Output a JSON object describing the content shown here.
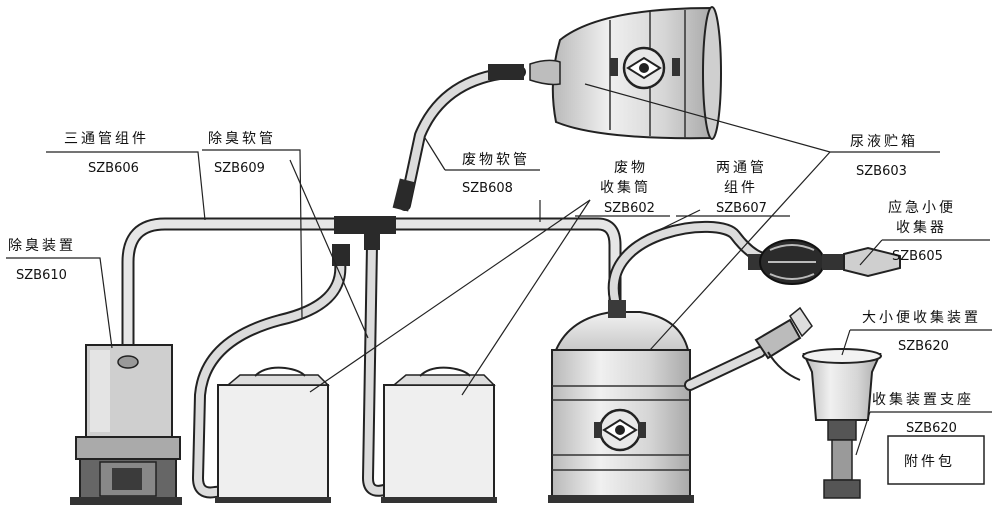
{
  "labels": {
    "tee": {
      "name": "三通管组件",
      "code": "SZB606"
    },
    "deodor_hose": {
      "name": "除臭软管",
      "code": "SZB609"
    },
    "waste_hose": {
      "name": "废物软管",
      "code": "SZB608"
    },
    "waste_can": {
      "name_line1": "废物",
      "name_line2": "收集筒",
      "code": "SZB602"
    },
    "two_way": {
      "name_line1": "两通管",
      "name_line2": "组件",
      "code": "SZB607"
    },
    "urine_tank": {
      "name": "尿液贮箱",
      "code": "SZB603"
    },
    "deodor_unit": {
      "name": "除臭装置",
      "code": "SZB610"
    },
    "emergency": {
      "name_line1": "应急小便",
      "name_line2": "收集器",
      "code": "SZB605"
    },
    "collector": {
      "name": "大小便收集装置",
      "code": "SZB620"
    },
    "stand": {
      "name": "收集装置支座",
      "code": "SZB620"
    },
    "accessory": {
      "name": "附件包"
    }
  },
  "colors": {
    "line": "#222222",
    "body": "#d4d4d4",
    "light": "#ececec",
    "dark": "#555555"
  }
}
